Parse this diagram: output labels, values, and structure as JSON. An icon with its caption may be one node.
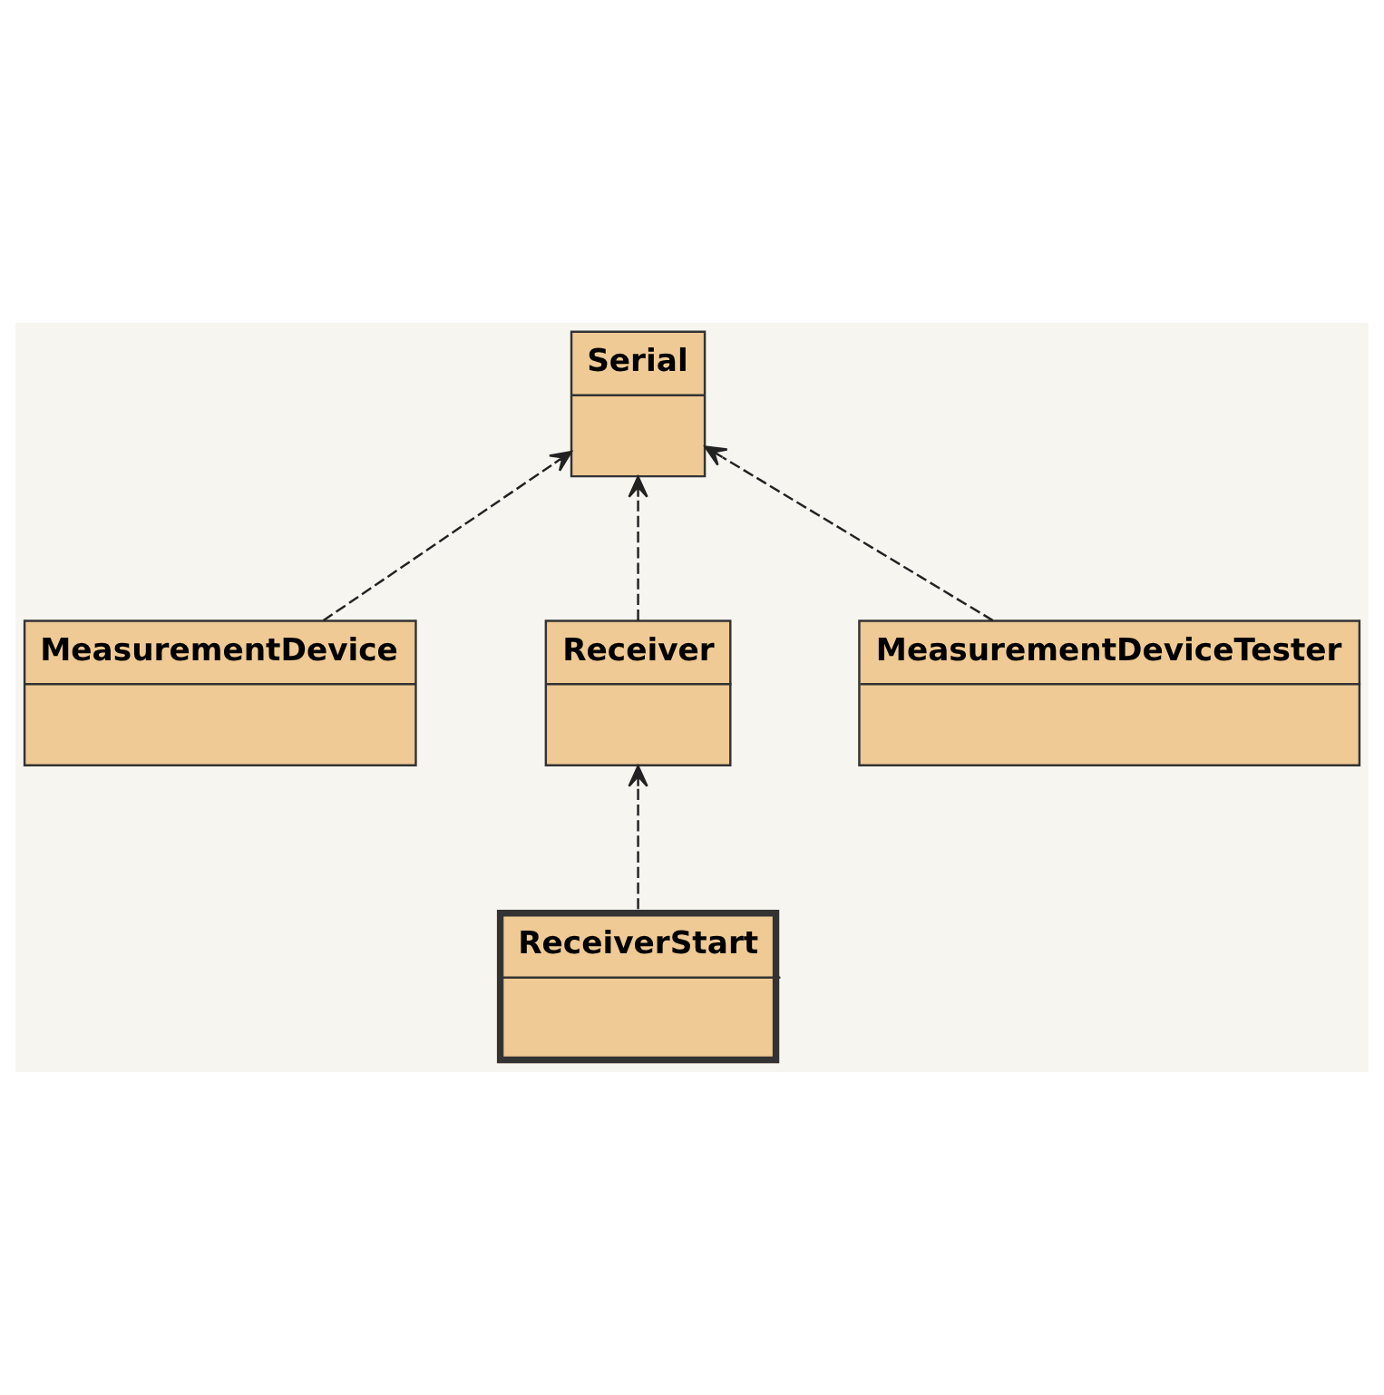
{
  "diagram": {
    "nodes": [
      {
        "text": [
          "Serial"
        ]
      },
      {
        "text": [
          "MeasurementDevice"
        ]
      },
      {
        "text": [
          "Receiver"
        ]
      },
      {
        "text": [
          "MeasurementDeviceTester"
        ]
      },
      {
        "text": [
          "ReceiverStart"
        ]
      }
    ],
    "edges": [
      {
        "from": 2,
        "to": 0,
        "arrow": "to",
        "style": "dashed"
      },
      {
        "from": 1,
        "to": 0,
        "arrow": "to",
        "style": "dashed"
      },
      {
        "from": 3,
        "to": 0,
        "arrow": "to",
        "style": "dashed"
      },
      {
        "from": 4,
        "to": 2,
        "arrow": "to",
        "style": "dashed"
      }
    ]
  }
}
